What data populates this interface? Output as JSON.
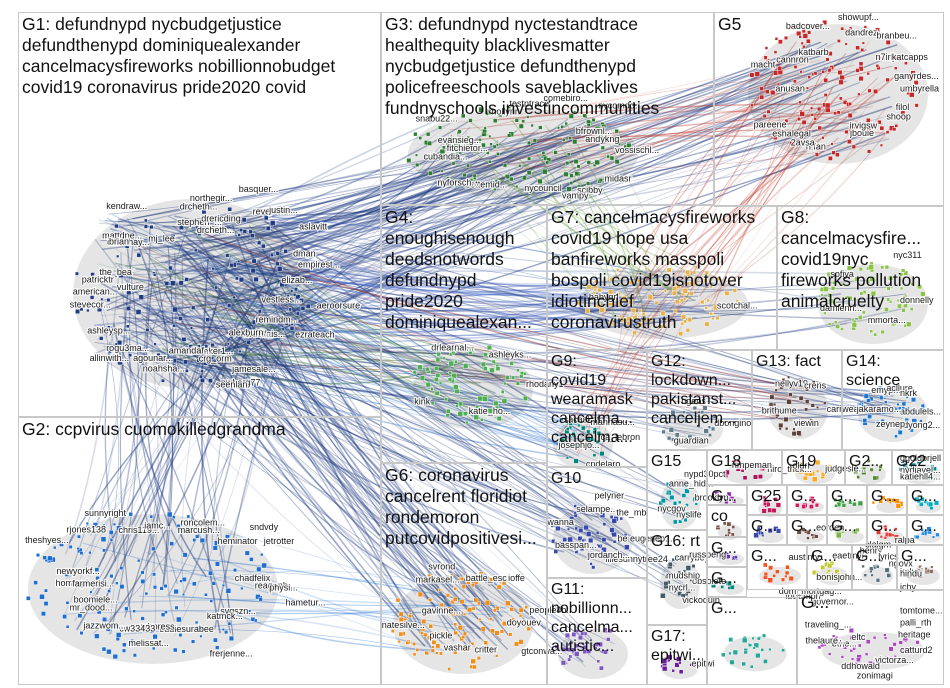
{
  "groups": [
    {
      "id": "G1",
      "label": "G1: defundnypd nycbudgetjustice\ndefundthenypd dominiquealexander\ncancelmacysfireworks nobillionnobudget\ncovid19 coronavirus pride2020 covid"
    },
    {
      "id": "G2",
      "label": "G2: ccpvirus cuomokilledgrandma"
    },
    {
      "id": "G3",
      "label": "G3: defundnypd nyctestandtrace\nhealthequity blacklivesmatter\nnycbudgetjustice defundthenypd\npolicefreeschools saveblacklives\nfundnyschools investincommunities"
    },
    {
      "id": "G4",
      "label": "G4:\nenoughisenough\ndeedsnotwords\ndefundnypd\npride2020\ndominiquealexan..."
    },
    {
      "id": "G5",
      "label": "G5"
    },
    {
      "id": "G6",
      "label": "G6: coronavirus\ncancelrent floridiot\nrondemoron\nputcovidpositivesi..."
    },
    {
      "id": "G7",
      "label": "G7: cancelmacysfireworks\ncovid19 hope usa\nbanfireworks masspoli\nbospoli covid19isnotover\nidiotinchief\ncoronavirustruth"
    },
    {
      "id": "G8",
      "label": "G8:\ncancelmacysfire...\ncovid19nyc\nfireworks pollution\nanimalcruelty"
    },
    {
      "id": "G9",
      "label": "G9:\ncovid19\nwearamask\ncancelma...\ncancelma..."
    },
    {
      "id": "G10",
      "label": "G10"
    },
    {
      "id": "G11",
      "label": "G11:\nnobillionn...\ncancelma...\nautistic..."
    },
    {
      "id": "G12",
      "label": "G12:\nlockdown...\npakistanst...\ncanceljem..."
    },
    {
      "id": "G13",
      "label": "G13: fact"
    },
    {
      "id": "G14",
      "label": "G14:\nscience"
    },
    {
      "id": "G15",
      "label": "G15"
    },
    {
      "id": "G16",
      "label": "G16: rt"
    },
    {
      "id": "G17",
      "label": "G17:\nepitwi..."
    },
    {
      "id": "G18",
      "label": "G18"
    },
    {
      "id": "G19",
      "label": "G19"
    },
    {
      "id": "G2x",
      "label": "G2..."
    },
    {
      "id": "G22",
      "label": "G22"
    },
    {
      "id": "G25",
      "label": "G25"
    },
    {
      "id": "Gs1",
      "label": "G..."
    },
    {
      "id": "Gs2",
      "label": "G..."
    },
    {
      "id": "Gs3",
      "label": "G..."
    },
    {
      "id": "Gs4",
      "label": "G..."
    },
    {
      "id": "Gs5",
      "label": "G..."
    },
    {
      "id": "Gs6",
      "label": "G..."
    },
    {
      "id": "Gs7",
      "label": "G..."
    },
    {
      "id": "Gs8",
      "label": "G..."
    },
    {
      "id": "Gs9",
      "label": "G..."
    },
    {
      "id": "Gs10",
      "label": "G..."
    },
    {
      "id": "Gs11",
      "label": "G..."
    },
    {
      "id": "Gs12",
      "label": "G..."
    },
    {
      "id": "Gs13",
      "label": "G..."
    },
    {
      "id": "Gs14",
      "label": "G..."
    },
    {
      "id": "Gs15",
      "label": "G..."
    },
    {
      "id": "Gs16",
      "label": "co"
    },
    {
      "id": "Gs17",
      "label": "G..."
    },
    {
      "id": "Gs18",
      "label": "G..."
    },
    {
      "id": "Gs19",
      "label": "G..."
    }
  ],
  "vertex_labels": {
    "G1": [
      "vestless...",
      "ezrateach",
      "remindm...",
      "cruellais...",
      "alexburn...",
      "jamesale...",
      "pwberg77",
      "seenlan",
      "crg_orm",
      "bleeker1...",
      "amandaf...",
      "noahsha...",
      "agounar...",
      "rogu3ma...",
      "allinwith...",
      "ashleysp...",
      "stevecor...",
      "american...",
      "vulture",
      "the_bea",
      "patricktr",
      "mattdpe...",
      "chrislhay...",
      "brian",
      "mj_lee",
      "kendraw...",
      "stephen_...",
      "drcheth...",
      "drcheth...",
      "northegir...",
      "drericding",
      "basquer...",
      "reverend...",
      "justin...",
      "aslavitt",
      "dman",
      "empirest...",
      "elizab...",
      "aeroorsure"
    ],
    "G2": [
      "reaganb...",
      "hametur...",
      "svgszn...",
      "katmck...",
      "frerjenne...",
      "eddiesurabee",
      "whpress",
      "melissat...",
      "cw33433",
      "jazzwom...",
      "mr_dood...",
      "boomiele...",
      "homerpi...",
      "farmerisi...",
      "newyorkf...",
      "theshyes...",
      "rjones138",
      "sunnyright",
      "chris119...",
      "iamc...",
      "roncolem...",
      "marcush...",
      "heminator",
      "sndvdy",
      "jetrotter",
      "chadfelix",
      "physi..."
    ],
    "G3": [
      "vossischl...",
      "midasr",
      "scibby",
      "vampy",
      "nycouncil",
      "bettemid...",
      "nyforsch...",
      "cubandia...",
      "fitchietor...",
      "evansieg...",
      "snabu22...",
      "mollynn",
      "testntrace",
      "comebiro...",
      "nycomdd...",
      "bfrownl...",
      "andykng"
    ],
    "G4": [
      "rhodany1",
      "katie_ho...",
      "kink",
      "drlearnal...",
      "ashleyks..."
    ],
    "G5": [
      "umbyrella",
      "filol",
      "shoop",
      "jbouie",
      "irvigsw",
      "n fan",
      "2avsa",
      "eshalegal",
      "pareene",
      "anusan",
      "macht",
      "cannron",
      "katbarb",
      "badcover...",
      "showupf...",
      "dandrez",
      "branbeu...",
      "n7irlj",
      "katcapps",
      "ganyrdes..."
    ],
    "G6": [
      "doyouev",
      "gtconwa...",
      "critter",
      "vashar",
      "pickle",
      "natesilve...",
      "gavinne...",
      "markasel...",
      "svrond",
      "battle_esc",
      "ioffe",
      "people4b..."
    ],
    "G7": [
      "scotchal...",
      "babygrl"
    ],
    "G8": [
      "donnelly",
      "mmorta...",
      "damienn...",
      "sofiya",
      "nyc311"
    ],
    "G9": [
      "ca_lebron",
      "cndelaro...",
      "josephjo...",
      "sacaskata",
      "mannasu..."
    ],
    "G10": [
      "be eugenep...",
      "illiesunnytree24",
      "jordanch...",
      "basspan...",
      "wanna",
      "selampe...",
      "pelyner",
      "the_mb"
    ],
    "G12": [
      "dbongino",
      "guardian",
      "ngeos"
    ],
    "G13": [
      "carrweat",
      "viewin",
      "brithume",
      "nellyv19...",
      "crens"
    ],
    "G14": [
      "abdulels...",
      "edyong2...",
      "zeynep",
      "jakaramo...",
      "emyph...",
      "acllure",
      "nkrk"
    ],
    "G15": [
      "brooklyn...",
      "nyslife",
      "nycgov",
      "anne_hid...",
      "nypd30pct"
    ],
    "G16": [
      "obsolete",
      "vickoduin",
      "nycrl...",
      "mudship",
      "carrybey",
      "russbeng"
    ],
    "G17": [
      "epitwi"
    ],
    "G18": [
      "hiro_thek...",
      "rimpeman"
    ],
    "G19": [
      "judgesle...",
      "oldrl"
    ],
    "G22": [
      "nydiavel...",
      "katiehll4...",
      "ggoldbrjell"
    ],
    "misc": [
      "tomtome...",
      "palli_rth",
      "heritage",
      "catturd2",
      "victorza...",
      "zonimagi",
      "ddhowald",
      "eltc",
      "ethe...",
      "thelaure...",
      "traveling_...",
      "governor...",
      "fbtrumph",
      "dom_mortgag...",
      "bonisjohn...",
      "austinty...",
      "eaetmyi",
      "eorden",
      "henry",
      "clalgm",
      "ralpa",
      "lyrics",
      "ngovx",
      "kalusi",
      "hindu",
      "jchy"
    ]
  }
}
